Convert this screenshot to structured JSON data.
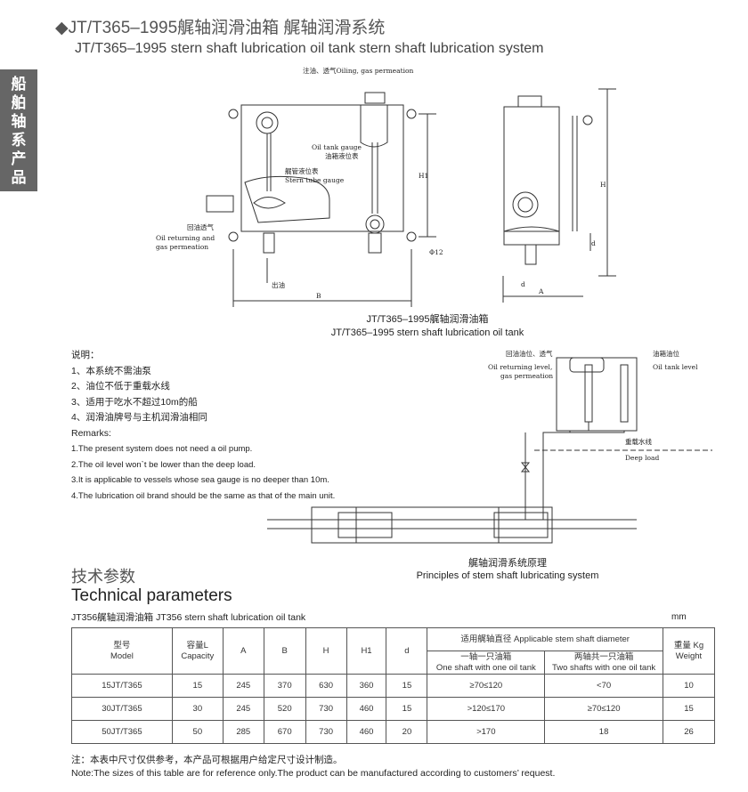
{
  "title": "◆JT/T365–1995艉轴润滑油箱 艉轴润滑系统",
  "subtitle": "JT/T365–1995 stern shaft lubrication oil tank stern shaft lubrication system",
  "sidebar": "船舶轴系产品",
  "drawing1": {
    "labels": {
      "oiling": "注油、透气Oiling, gas permeation",
      "tank_gauge_en": "Oil tank gauge",
      "tank_gauge_cn": "油箱液位表",
      "stern_gauge_cn": "艉管液位表",
      "stern_gauge_en": "Stern tube gauge",
      "return_cn": "回油透气",
      "return_en1": "Oil returning and",
      "return_en2": "gas permeation",
      "outlet": "出油",
      "phi": "Φ12",
      "H1": "H1",
      "H": "H",
      "B": "B",
      "A": "A",
      "d1": "d",
      "d2": "d"
    },
    "caption_cn": "JT/T365–1995艉轴润滑油箱",
    "caption_en": "JT/T365–1995 stern shaft lubrication oil tank"
  },
  "notes": {
    "heading_cn": "说明：",
    "items_cn": [
      "1、本系统不需油泵",
      "2、油位不低于重载水线",
      "3、适用于吃水不超过10m的船",
      "4、润滑油牌号与主机润滑油相同"
    ],
    "heading_en": "Remarks:",
    "items_en": [
      "1.The present system does not need a oil pump.",
      "2.The oil level won`t be lower than the deep load.",
      "3.It is applicable to vessels whose sea gauge is no deeper than 10m.",
      "4.The lubrication oil brand should be the same as that of the main unit."
    ]
  },
  "drawing2": {
    "labels": {
      "return_cn": "回油油位、透气",
      "return_en1": "Oil returning level,",
      "return_en2": "gas permeation",
      "tank_cn": "油箱油位",
      "tank_en": "Oil tank level",
      "deep_cn": "重载水线",
      "deep_en": "Deep load"
    },
    "caption_cn": "艉轴润滑系统原理",
    "caption_en": "Principles of stem shaft lubricating system"
  },
  "tech": {
    "heading_cn": "技术参数",
    "heading_en": "Technical parameters",
    "subtitle": "JT356艉轴润滑油箱  JT356 stern shaft lubrication oil tank",
    "unit": "mm"
  },
  "table": {
    "headers": {
      "model": "型号\nModel",
      "capacity": "容量L\nCapacity",
      "A": "A",
      "B": "B",
      "H": "H",
      "H1": "H1",
      "d": "d",
      "shaft": "适用艉轴直径  Applicable stem shaft diameter",
      "one": "一轴一只油箱\nOne shaft with one oil tank",
      "two": "两轴共一只油箱\nTwo shafts with one oil tank",
      "weight": "重量 Kg\nWeight"
    },
    "rows": [
      [
        "15JT/T365",
        "15",
        "245",
        "370",
        "630",
        "360",
        "15",
        "≥70≤120",
        "<70",
        "10"
      ],
      [
        "30JT/T365",
        "30",
        "245",
        "520",
        "730",
        "460",
        "15",
        ">120≤170",
        "≥70≤120",
        "15"
      ],
      [
        "50JT/T365",
        "50",
        "285",
        "670",
        "730",
        "460",
        "20",
        ">170",
        "18",
        "26"
      ]
    ]
  },
  "footnote_cn": "注：本表中尺寸仅供参考，本产品可根据用户给定尺寸设计制造。",
  "footnote_en": "Note:The sizes of this table are for reference only.The product can be manufactured according to customers’ request."
}
